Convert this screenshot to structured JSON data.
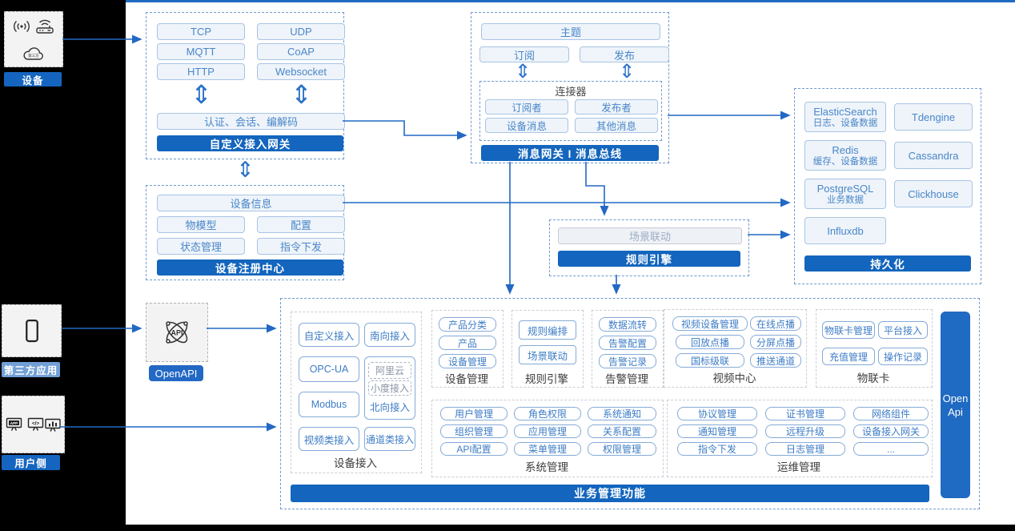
{
  "left": {
    "device": {
      "label": "设备",
      "cloud_text": "第三方"
    },
    "third_party": {
      "label": "第三方应用"
    },
    "user": {
      "label": "用户侧",
      "app_text": "APP",
      "code_text": "</>"
    }
  },
  "openapi": {
    "label": "OpenAPI",
    "icon_text": "API"
  },
  "gateway": {
    "protocols": [
      "TCP",
      "UDP",
      "MQTT",
      "CoAP",
      "HTTP",
      "Websocket"
    ],
    "auth_bar": "认证、会话、编解码",
    "title": "自定义接入网关"
  },
  "registry": {
    "info": "设备信息",
    "items": [
      "物模型",
      "配置",
      "状态管理",
      "指令下发"
    ],
    "title": "设备注册中心"
  },
  "message": {
    "topic": "主题",
    "subscribe": "订阅",
    "publish": "发布",
    "connector": {
      "title": "连接器",
      "items": [
        "订阅者",
        "发布者",
        "设备消息",
        "其他消息"
      ]
    },
    "title": "消息网关 I 消息总线"
  },
  "rule": {
    "scene": "场景联动",
    "title": "规则引擎"
  },
  "persistence": {
    "items": [
      {
        "name": "ElasticSearch",
        "desc": "日志、设备数据"
      },
      {
        "name": "Tdengine"
      },
      {
        "name": "Redis",
        "desc": "缓存、设备数据"
      },
      {
        "name": "Cassandra"
      },
      {
        "name": "PostgreSQL",
        "desc": "业务数据"
      },
      {
        "name": "Clickhouse"
      },
      {
        "name": "Influxdb"
      }
    ],
    "title": "持久化"
  },
  "business": {
    "title": "业务管理功能",
    "open_api": {
      "line1": "Open",
      "line2": "Api"
    },
    "device_access": {
      "caption": "设备接入",
      "custom_access": "自定义接入",
      "south_access": "南向接入",
      "opcua": "OPC-UA",
      "aliyun": "阿里云",
      "xiaodu": "小度接入",
      "north_label": "北向接入",
      "modbus": "Modbus",
      "video_access": "视频类接入",
      "channel_access": "通道类接入"
    },
    "device_mgmt": {
      "caption": "设备管理",
      "items": [
        "产品分类",
        "产品",
        "设备管理"
      ]
    },
    "rule_engine": {
      "caption": "规则引擎",
      "items": [
        "规则编排",
        "场景联动"
      ]
    },
    "alarm": {
      "caption": "告警管理",
      "items": [
        "数据流转",
        "告警配置",
        "告警记录"
      ]
    },
    "video": {
      "caption": "视频中心",
      "items": [
        "视频设备管理",
        "在线点播",
        "回放点播",
        "分屏点播",
        "国标级联",
        "推送通道"
      ]
    },
    "iot_card": {
      "caption": "物联卡",
      "items": [
        "物联卡管理",
        "平台接入",
        "充值管理",
        "操作记录"
      ]
    },
    "system": {
      "caption": "系统管理",
      "items": [
        "用户管理",
        "角色权限",
        "系统通知",
        "组织管理",
        "应用管理",
        "关系配置",
        "API配置",
        "菜单管理",
        "权限管理"
      ]
    },
    "ops": {
      "caption": "运维管理",
      "items": [
        "协议管理",
        "证书管理",
        "网络组件",
        "通知管理",
        "远程升级",
        "设备接入网关",
        "指令下发",
        "日志管理",
        "..."
      ]
    }
  },
  "colors": {
    "accent": "#1365bd",
    "arrow": "#2268c4",
    "light_label": "#72a0d6"
  }
}
